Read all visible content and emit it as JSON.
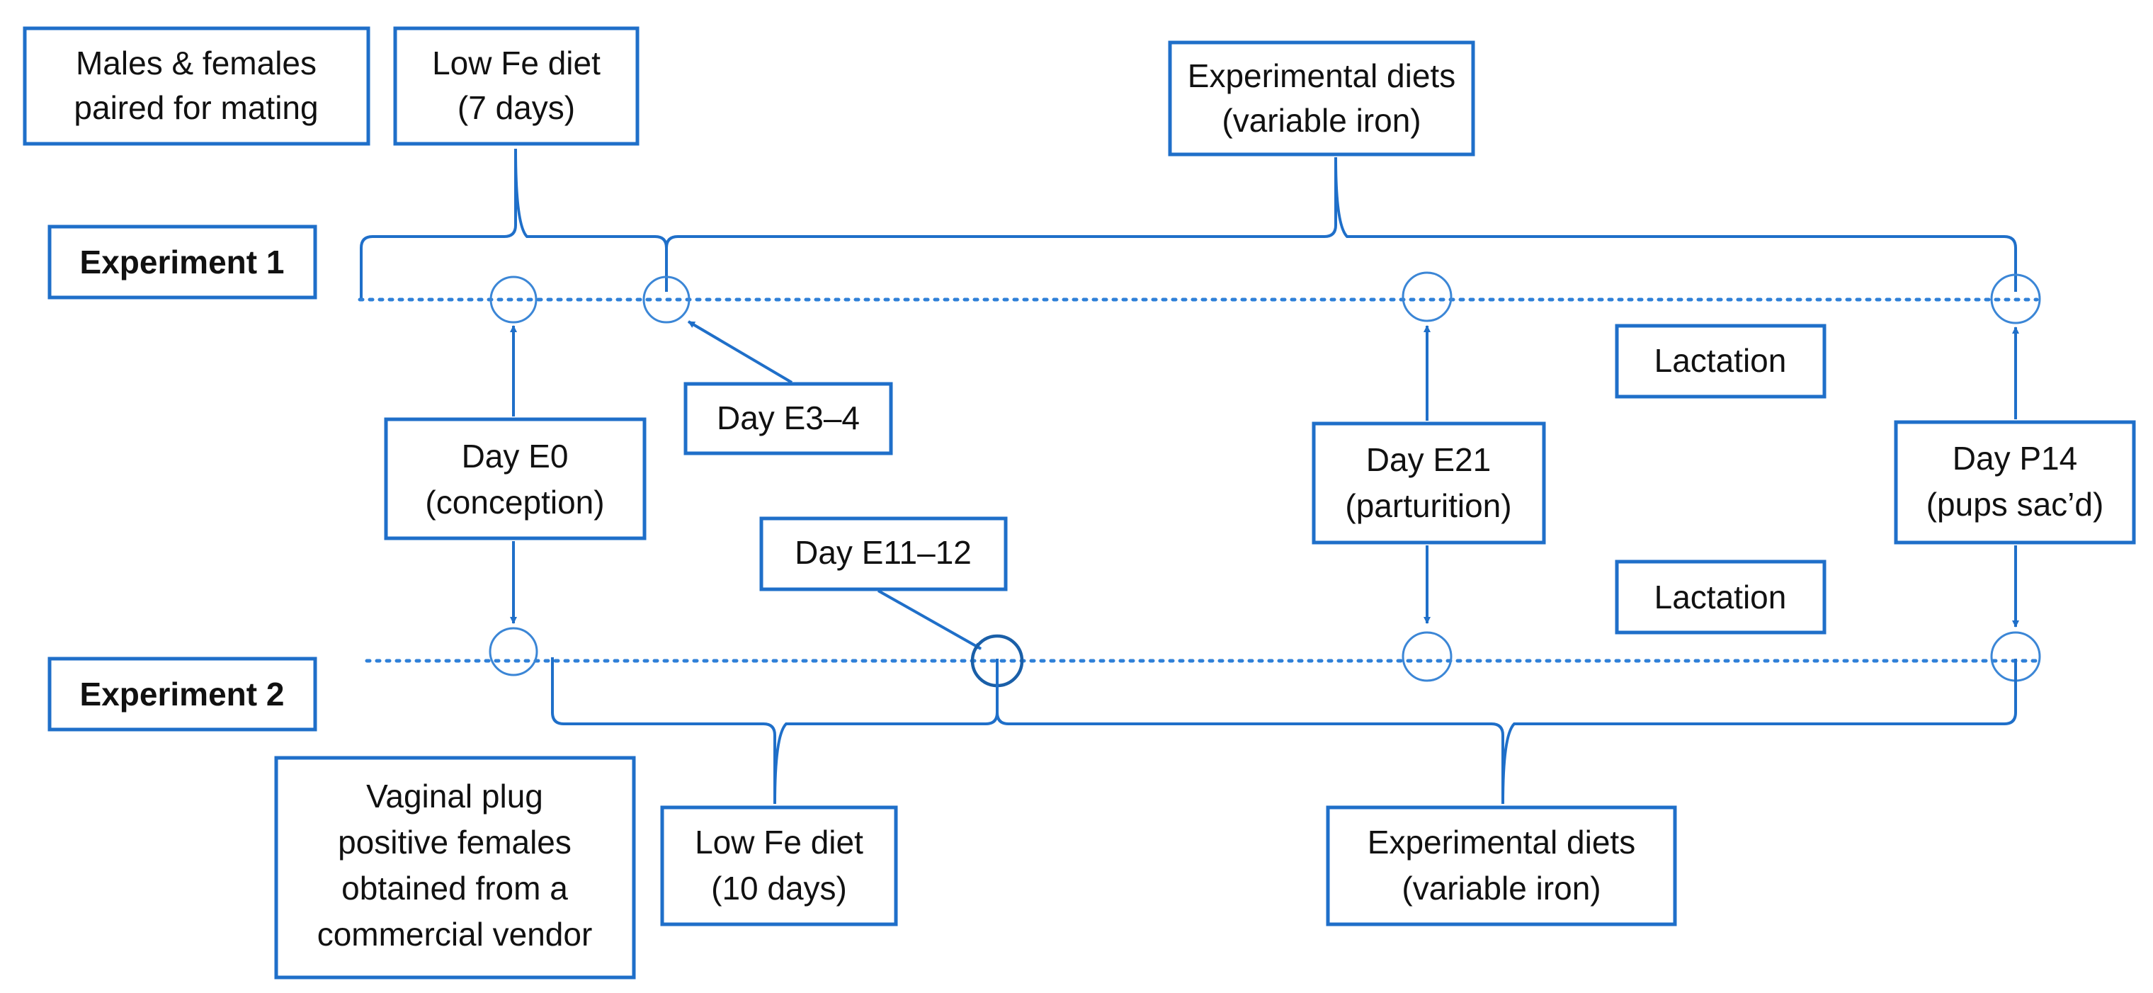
{
  "rows": {
    "exp1_label": "Experiment 1",
    "exp2_label": "Experiment 2"
  },
  "exp1": {
    "mating_box": [
      "Males & females",
      "paired for mating"
    ],
    "lowfe_box": [
      "Low Fe diet",
      "(7 days)"
    ],
    "expdiet_box": [
      "Experimental diets",
      "(variable iron)"
    ],
    "day_e34": "Day E3–4",
    "lactation": "Lactation"
  },
  "shared": {
    "day_e0": [
      "Day E0",
      "(conception)"
    ],
    "day_e21": [
      "Day E21",
      "(parturition)"
    ],
    "day_p14": [
      "Day P14",
      "(pups sac’d)"
    ]
  },
  "exp2": {
    "day_e1112": "Day E11–12",
    "lactation": "Lactation",
    "vendor_box": [
      "Vaginal plug",
      "positive females",
      "obtained from a",
      "commercial vendor"
    ],
    "lowfe_box": [
      "Low Fe diet",
      "(10 days)"
    ],
    "expdiet_box": [
      "Experimental diets",
      "(variable iron)"
    ]
  },
  "colors": {
    "line": "#1f6fc9",
    "text": "#111111",
    "background": "#ffffff"
  }
}
